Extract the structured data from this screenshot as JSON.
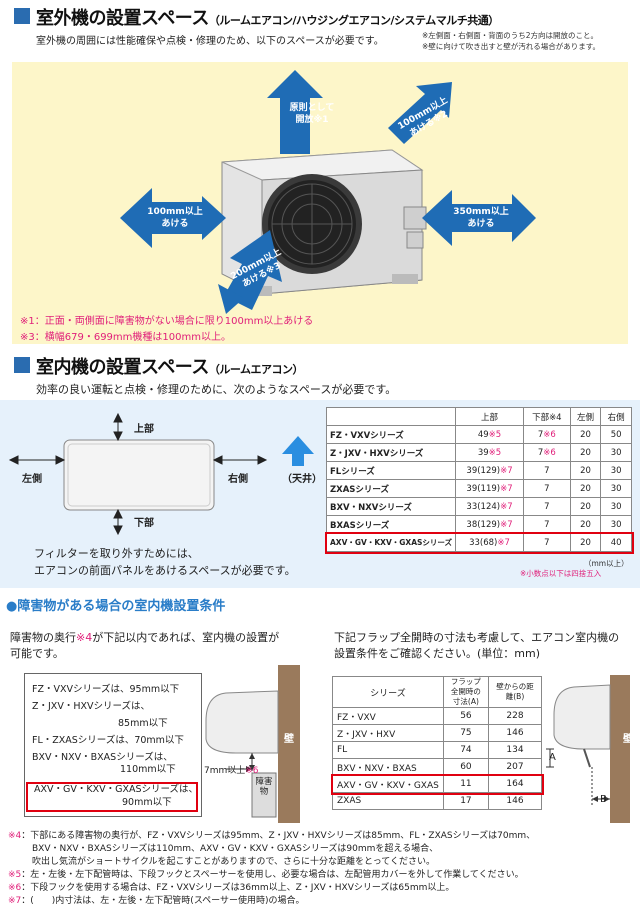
{
  "outdoor": {
    "title": "室外機の設置スペース",
    "title_sub": "（ルームエアコン/ハウジングエアコン/システムマルチ共通）",
    "desc": "室外機の周囲には性能確保や点検・修理のため、以下のスペースが必要です。",
    "side_note1": "※左側面・右側面・背面のうち2方向は開放のこと。",
    "side_note2": "※壁に向けて吹き出すと壁が汚れる場合があります。",
    "arrow_top_1": "原則として",
    "arrow_top_2": "開放※1",
    "arrow_back_1": "100mm以上",
    "arrow_back_2": "あける※2",
    "arrow_left_1": "100mm以上",
    "arrow_left_2": "あける",
    "arrow_right_1": "350mm以上",
    "arrow_right_2": "あける",
    "arrow_front_1": "200mm以上",
    "arrow_front_2": "あける※3",
    "note1": "※1：正面・両側面に障害物がない場合に限り100mm以上あける",
    "note3": "※3：横幅679・699mm機種は100mm以上。"
  },
  "indoor": {
    "title": "室内機の設置スペース",
    "title_sub": "（ルームエアコン）",
    "desc": "効率の良い運転と点検・修理のために、次のようなスペースが必要です。",
    "label_top": "上部",
    "label_bottom": "下部",
    "label_left": "左側",
    "label_right": "右側",
    "label_ceiling": "（天井）",
    "filter_1": "フィルターを取り外すためには、",
    "filter_2": "エアコンの前面パネルをあけるスペースが必要です。",
    "unit_note": "（mm以上）",
    "round_note": "※小数点以下は四捨五入",
    "table_headers": [
      "上部",
      "下部※4",
      "左側",
      "右側"
    ],
    "table_rows": [
      {
        "series": "FZ・VXVシリーズ",
        "top": "49",
        "top_note": "※5",
        "bottom": "7",
        "bottom_note": "※6",
        "left": "20",
        "right": "50"
      },
      {
        "series": "Z・JXV・HXVシリーズ",
        "top": "39",
        "top_note": "※5",
        "bottom": "7",
        "bottom_note": "※6",
        "left": "20",
        "right": "30"
      },
      {
        "series": "FLシリーズ",
        "top": "39(129)",
        "top_note": "※7",
        "bottom": "7",
        "bottom_note": "",
        "left": "20",
        "right": "30"
      },
      {
        "series": "ZXASシリーズ",
        "top": "39(119)",
        "top_note": "※7",
        "bottom": "7",
        "bottom_note": "",
        "left": "20",
        "right": "30"
      },
      {
        "series": "BXV・NXVシリーズ",
        "top": "33(124)",
        "top_note": "※7",
        "bottom": "7",
        "bottom_note": "",
        "left": "20",
        "right": "30"
      },
      {
        "series": "BXASシリーズ",
        "top": "38(129)",
        "top_note": "※7",
        "bottom": "7",
        "bottom_note": "",
        "left": "20",
        "right": "30"
      },
      {
        "series": "AXV・GV・KXV・GXASシリーズ",
        "top": "33(68)",
        "top_note": "※7",
        "bottom": "7",
        "bottom_note": "",
        "left": "20",
        "right": "40"
      }
    ]
  },
  "obstacle": {
    "title": "●障害物がある場合の室内機設置条件",
    "left_desc_1a": "障害物の奥行",
    "left_desc_1b": "※4",
    "left_desc_1c": "が下記以内であれば、室内機の設置が",
    "left_desc_2": "可能です。",
    "right_desc_1": "下記フラップ全開時の寸法も考慮して、エアコン室内機の",
    "right_desc_2": "設置条件をご確認ください。(単位：mm)",
    "list": [
      "FZ・VXVシリーズは、95mm以下",
      "Z・JXV・HXVシリーズは、",
      "85mm以下",
      "FL・ZXASシリーズは、70mm以下",
      "BXV・NXV・BXASシリーズは、",
      "110mm以下"
    ],
    "list_hl_1": "AXV・GV・KXV・GXASシリーズは、",
    "list_hl_2": "90mm以下",
    "dim_label": "7mm以上",
    "dim_note": "※6",
    "obstacle_label": "障害物",
    "wall_label": "壁",
    "wall_label2": "壁",
    "label_a": "A",
    "label_b": "B",
    "table_head": [
      "シリーズ",
      "フラップ全開時の寸法(A)",
      "壁からの距離(B)"
    ],
    "table_rows": [
      [
        "FZ・VXV",
        "56",
        "228"
      ],
      [
        "Z・JXV・HXV",
        "75",
        "146"
      ],
      [
        "FL",
        "74",
        "134"
      ],
      [
        "BXV・NXV・BXAS",
        "60",
        "207"
      ],
      [
        "AXV・GV・KXV・GXAS",
        "11",
        "164"
      ],
      [
        "ZXAS",
        "17",
        "146"
      ]
    ]
  },
  "footnotes": {
    "n4a": "※4",
    "n4b": "：下部にある障害物の奥行が、FZ・VXVシリーズは95mm、Z・JXV・HXVシリーズは85mm、FL・ZXASシリーズは70mm、",
    "n4c": "BXV・NXV・BXASシリーズは110mm、AXV・GV・KXV・GXASシリーズは90mmを超える場合、",
    "n4d": "吹出し気流がショートサイクルを起こすことがありますので、さらに十分な距離をとってください。",
    "n5a": "※5",
    "n5b": "：左・左後・左下配管時は、下段フックとスペーサーを使用し、必要な場合は、左配管用カバーを外して作業してください。",
    "n6a": "※6",
    "n6b": "：下段フックを使用する場合は、FZ・VXVシリーズは36mm以上、Z・JXV・HXVシリーズは65mm以上。",
    "n7a": "※7",
    "n7b": "：(　　)内寸法は、左・左後・左下配管時(スペーサー使用時)の場合。"
  },
  "colors": {
    "accent": "#2a6cb0",
    "arrow": "#1f6cb5",
    "note_pink": "#e0207a",
    "highlight": "#e00010",
    "yellow_bg": "#fdf6c9",
    "blue_bg": "#e6f1fb",
    "wall": "#9a7a5c"
  }
}
